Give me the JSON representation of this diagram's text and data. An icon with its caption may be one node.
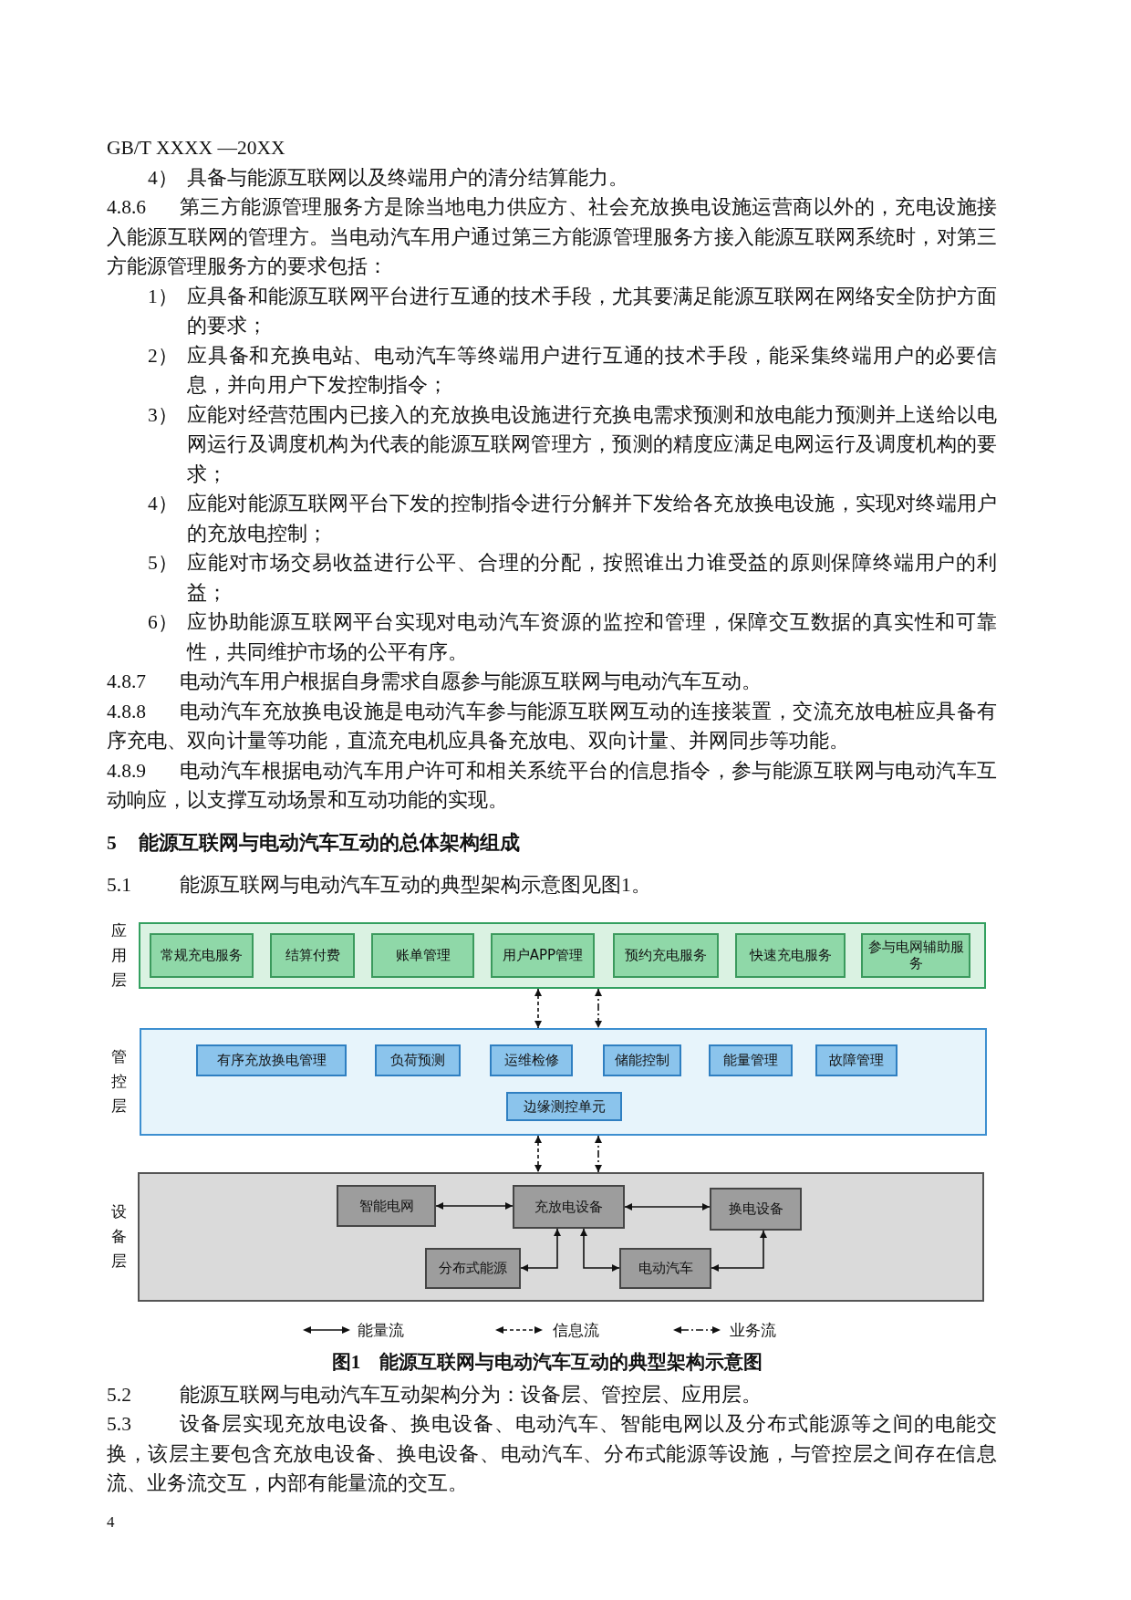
{
  "diagram": {
    "caption": "图1　能源互联网与电动汽车互动的典型架构示意图",
    "nodes": [
      {
        "text": [
          "应用层"
        ]
      },
      {
        "text": [
          "常规充电服务"
        ],
        "in": 0
      },
      {
        "text": [
          "结算付费"
        ],
        "in": 0
      },
      {
        "text": [
          "账单管理"
        ],
        "in": 0
      },
      {
        "text": [
          "用户APP管理"
        ],
        "in": 0
      },
      {
        "text": [
          "预约充电服务"
        ],
        "in": 0
      },
      {
        "text": [
          "快速充电服务"
        ],
        "in": 0
      },
      {
        "text": [
          "参与电网辅助服务"
        ],
        "in": 0
      },
      {
        "text": [
          "管控层"
        ]
      },
      {
        "text": [
          "有序充放换电管理"
        ],
        "in": 8
      },
      {
        "text": [
          "负荷预测"
        ],
        "in": 8
      },
      {
        "text": [
          "运维检修"
        ],
        "in": 8
      },
      {
        "text": [
          "储能控制"
        ],
        "in": 8
      },
      {
        "text": [
          "能量管理"
        ],
        "in": 8
      },
      {
        "text": [
          "故障管理"
        ],
        "in": 8
      },
      {
        "text": [
          "边缘测控单元"
        ],
        "in": 8
      },
      {
        "text": [
          "设备层"
        ]
      },
      {
        "text": [
          "智能电网"
        ],
        "in": 16
      },
      {
        "text": [
          "充放电设备"
        ],
        "in": 16
      },
      {
        "text": [
          "换电设备"
        ],
        "in": 16
      },
      {
        "text": [
          "分布式能源"
        ],
        "in": 16
      },
      {
        "text": [
          "电动汽车"
        ],
        "in": 16
      }
    ],
    "edges": [
      {
        "from": 0,
        "to": 8,
        "arrow": "both",
        "style": "dashed"
      },
      {
        "from": 0,
        "to": 8,
        "arrow": "both",
        "style": "dashed"
      },
      {
        "from": 8,
        "to": 16,
        "arrow": "both",
        "style": "dashed"
      },
      {
        "from": 8,
        "to": 16,
        "arrow": "both",
        "style": "dashed"
      },
      {
        "from": 17,
        "to": 18,
        "arrow": "both"
      },
      {
        "from": 18,
        "to": 19,
        "arrow": "both"
      },
      {
        "from": 20,
        "to": 18,
        "arrow": "both"
      },
      {
        "from": 18,
        "to": 21,
        "arrow": "both"
      },
      {
        "from": 21,
        "to": 19,
        "arrow": "both"
      }
    ],
    "labels": [
      "GB/T XXXX —20XX",
      "4）",
      "具备与能源互联网以及终端用户的清分结算能力。",
      "4.8.6",
      "第三方能源管理服务方是除当地电力供应方、社会充放换电设施运营商以外的，充电设施接入能源互联网的管理方。当电动汽车用户通过第三方能源管理服务方接入能源互联网系统时，对第三方能源管理服务方的要求包括：",
      "1）",
      "应具备和能源互联网平台进行互通的技术手段，尤其要满足能源互联网在网络安全防护方面的要求；",
      "2）",
      "应具备和充换电站、电动汽车等终端用户进行互通的技术手段，能采集终端用户的必要信息，并向用户下发控制指令；",
      "3）",
      "应能对经营范围内已接入的充放换电设施进行充换电需求预测和放电能力预测并上送给以电网运行及调度机构为代表的能源互联网管理方，预测的精度应满足电网运行及调度机构的要求；",
      "4）",
      "应能对能源互联网平台下发的控制指令进行分解并下发给各充放换电设施，实现对终端用户的充放电控制；",
      "5）",
      "应能对市场交易收益进行公平、合理的分配，按照谁出力谁受益的原则保障终端用户的利益；",
      "6）",
      "应协助能源互联网平台实现对电动汽车资源的监控和管理，保障交互数据的真实性和可靠性，共同维护市场的公平有序。",
      "4.8.7",
      "电动汽车用户根据自身需求自愿参与能源互联网与电动汽车互动。",
      "4.8.8",
      "电动汽车充放换电设施是电动汽车参与能源互联网互动的连接装置，交流充放电桩应具备有序充电、双向计量等功能，直流充电机应具备充放电、双向计量、并网同步等功能。",
      "4.8.9",
      "电动汽车根据电动汽车用户许可和相关系统平台的信息指令，参与能源互联网与电动汽车互动响应，以支撑互动场景和互动功能的实现。",
      "5",
      "能源互联网与电动汽车互动的总体架构组成",
      "5.1",
      "能源互联网与电动汽车互动的典型架构示意图见图1。",
      "5.2",
      "能源互联网与电动汽车互动架构分为：设备层、管控层、应用层。",
      "5.3",
      "设备层实现充放电设备、换电设备、电动汽车、智能电网以及分布式能源等之间的电能交换，该层主要包含充放电设备、换电设备、电动汽车、分布式能源等设施，与管控层之间存在信息流、业务流交互，内部有能量流的交互。",
      "4"
    ],
    "legend": [
      {
        "text": "能量流"
      },
      {
        "text": "信息流"
      },
      {
        "text": "业务流"
      }
    ]
  }
}
